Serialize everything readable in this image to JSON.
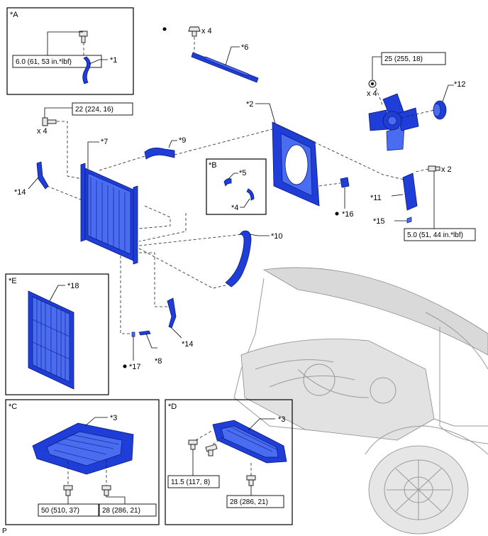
{
  "panels": {
    "A": {
      "label": "*A",
      "part": "*1",
      "torque": "6.0 (61, 53 in.*lbf)"
    },
    "B": {
      "label": "*B",
      "parts": [
        "*5",
        "*4"
      ]
    },
    "C": {
      "label": "*C",
      "part": "*3",
      "torque_left": "50 (510, 37)",
      "torque_right": "28 (286, 21)"
    },
    "D": {
      "label": "*D",
      "part": "*3",
      "torque_left": "11.5 (117, 8)",
      "torque_bottom": "28 (286, 21)"
    },
    "E": {
      "label": "*E",
      "part": "*18"
    }
  },
  "callouts": {
    "c2": "*2",
    "c6": "*6",
    "c7": "*7",
    "c8": "*8",
    "c9": "*9",
    "c10": "*10",
    "c11": "*11",
    "c12": "*12",
    "c14a": "*14",
    "c14b": "*14",
    "c15": "*15",
    "c16": "*16",
    "c17": "*17"
  },
  "quantities": {
    "q_top": "x 4",
    "q_fan": "x 4",
    "q_left": "x 4",
    "q_right": "x 2"
  },
  "torques": {
    "fan": "25 (255, 18)",
    "radiator": "22 (224, 16)",
    "shroud": "5.0 (51, 44 in.*lbf)"
  },
  "footer": "P",
  "colors": {
    "part_blue": "#1f3ed8",
    "outline": "#000000",
    "vehicle_gray": "#9a9a9a"
  }
}
